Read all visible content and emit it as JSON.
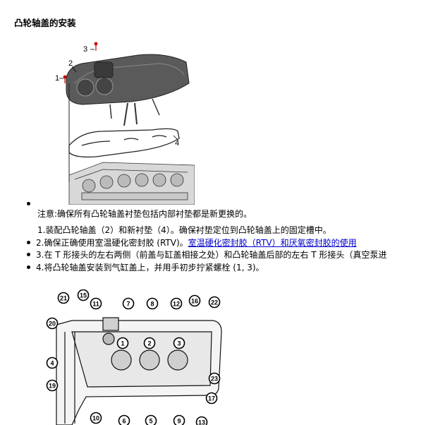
{
  "title": "凸轮轴盖的安装",
  "figure1": {
    "callouts": [
      "1",
      "2",
      "3",
      "4"
    ]
  },
  "note": "注意:确保所有凸轮轴盖衬垫包括内部衬垫都是新更换的。",
  "steps": {
    "s1": "1.装配凸轮轴盖（2）和新衬垫（4）。确保衬垫定位到凸轮轴盖上的固定槽中。",
    "s2_prefix": "2.确保正确使用室温硬化密封胶 (RTV)。",
    "s2_link": "室温硬化密封胶（RTV）和厌氧密封胶的使用",
    "s3": "3.在 T 形接头的左右两侧（前盖与缸盖相接之处）和凸轮轴盖后部的左右 T 形接头（真空泵进",
    "s4": "4.将凸轮轴盖安装到气缸盖上，并用手初步拧紧螺栓 (1, 3)。"
  },
  "figure2": {
    "callouts": [
      "21",
      "15",
      "11",
      "7",
      "8",
      "12",
      "16",
      "22",
      "20",
      "1",
      "2",
      "3",
      "4",
      "19",
      "23",
      "17",
      "10",
      "6",
      "5",
      "9",
      "13"
    ]
  }
}
